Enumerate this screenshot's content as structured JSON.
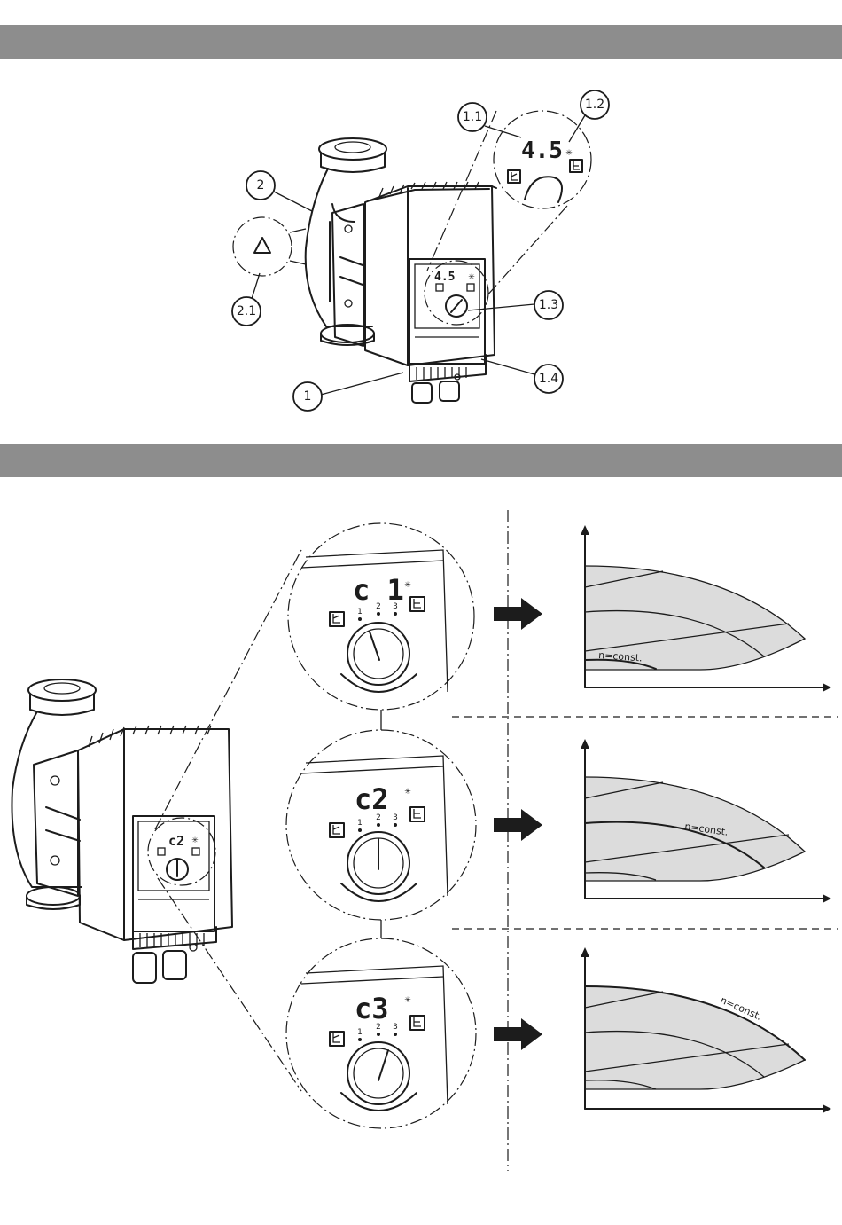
{
  "callouts": {
    "c1": "1",
    "c1_1": "1.1",
    "c1_2": "1.2",
    "c1_3": "1.3",
    "c1_4": "1.4",
    "c2": "2",
    "c2_1": "2.1"
  },
  "displays": {
    "pump_display": "4.5",
    "zoom_display": "4.5",
    "pump2_display": "c2",
    "mode1": "c 1",
    "mode2": "c2",
    "mode3": "c3"
  },
  "dial_marks": [
    "1",
    "2",
    "3"
  ],
  "curve_labels": {
    "chart1": "n=const.",
    "chart2": "n=const.",
    "chart3": "n=const."
  },
  "icons": [
    "sun-icon",
    "flow-symbol-icon",
    "triangle-warning-icon",
    "arrow-right-icon"
  ],
  "colors": {
    "band": "#8d8d8d",
    "curve_fill": "#dcdcdc",
    "ink": "#1c1c1c"
  }
}
